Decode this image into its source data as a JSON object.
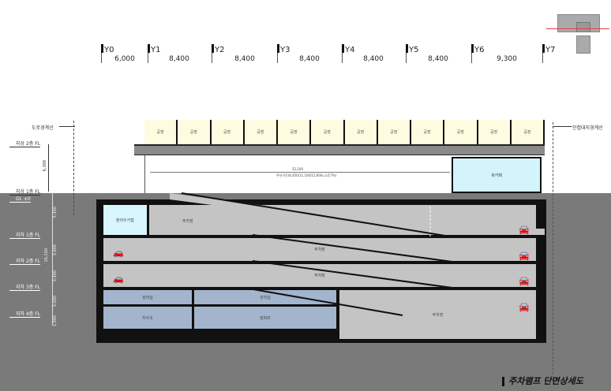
{
  "grid": {
    "lines": [
      "Y0",
      "Y1",
      "Y2",
      "Y3",
      "Y4",
      "Y5",
      "Y6",
      "Y7"
    ],
    "spans": [
      "6,000",
      "8,400",
      "8,400",
      "8,400",
      "8,400",
      "8,400",
      "9,300"
    ]
  },
  "left_labels": {
    "road_boundary": "도로경계선",
    "levels": [
      "지상 2층 FL",
      "지상 1층 FL",
      "GL ±0",
      "지하 1층 FL",
      "지하 2층 FL",
      "지하 3층 FL",
      "지하 4층 FL"
    ],
    "dims_upper": "6,300",
    "dims_lower": [
      "5,400",
      "3,400",
      "3,400",
      "3,000",
      "1,900"
    ],
    "dims_total": "16,100"
  },
  "right_labels": {
    "adjacent_boundary": "인접대지경계선"
  },
  "factory_label": "공장",
  "factory_count": 12,
  "upper_room": "북카페",
  "ramp_notes": [
    "22,100",
    "주차구간(6,450/11,100/12,600=1/17%)"
  ],
  "rooms": {
    "recycle": "분리수거함",
    "parking": "주차장",
    "mgmt": "관리실",
    "water_tank": "저수조",
    "septic": "정화조"
  },
  "title": "주차램프 단면상세도",
  "colors": {
    "ground": "#7a7a7a",
    "factory": "#fdfbe0",
    "room": "#c4c4c4",
    "service": "#a3b5cc",
    "cyan": "#d4f4fb",
    "keyplan_line": "#e04040"
  }
}
